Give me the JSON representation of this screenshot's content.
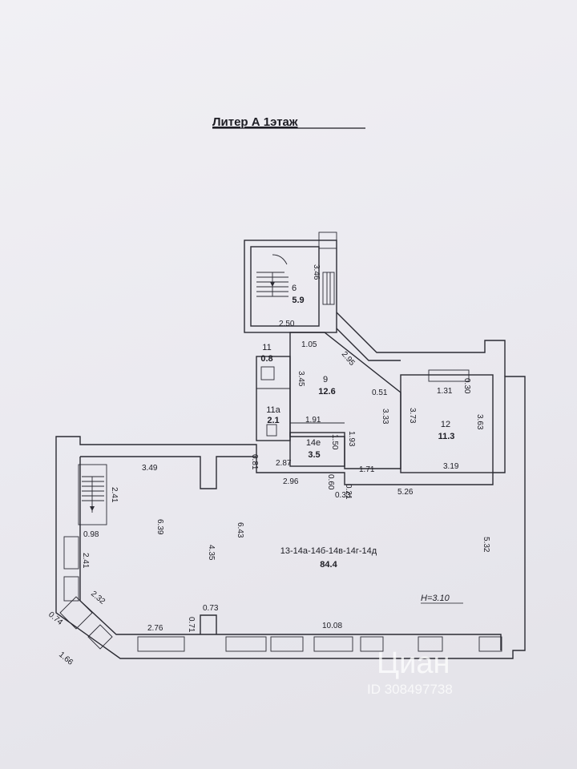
{
  "title": "Литер А   1этаж",
  "rooms": [
    {
      "id": "6",
      "area": "5.9"
    },
    {
      "id": "11",
      "area": "0.8"
    },
    {
      "id": "11а",
      "area": "2.1"
    },
    {
      "id": "9",
      "area": "12.6"
    },
    {
      "id": "12",
      "area": "11.3"
    },
    {
      "id": "14е",
      "area": "3.5"
    },
    {
      "id": "13-14а-14б-14в-14г-14д",
      "area": "84.4"
    }
  ],
  "dimensions": [
    "3.46",
    "2.50",
    "1.05",
    "2.95",
    "3.45",
    "0.51",
    "1.31",
    "0.30",
    "3.73",
    "3.33",
    "3.63",
    "1.91",
    "1.93",
    "1.50",
    "2.87",
    "1.71",
    "3.19",
    "0.81",
    "2.96",
    "0.60",
    "0.21",
    "0.33",
    "5.26",
    "3.49",
    "2.41",
    "0.98",
    "6.39",
    "4.35",
    "6.43",
    "5.32",
    "2.41",
    "2.32",
    "0.74",
    "1.66",
    "2.76",
    "0.71",
    "0.73",
    "10.08"
  ],
  "height_label": "Н=3.10",
  "watermark": {
    "brand": "Циан",
    "id": "ID 308497738"
  },
  "colors": {
    "paper": "#eeedf2",
    "ink": "#2b2b33"
  }
}
